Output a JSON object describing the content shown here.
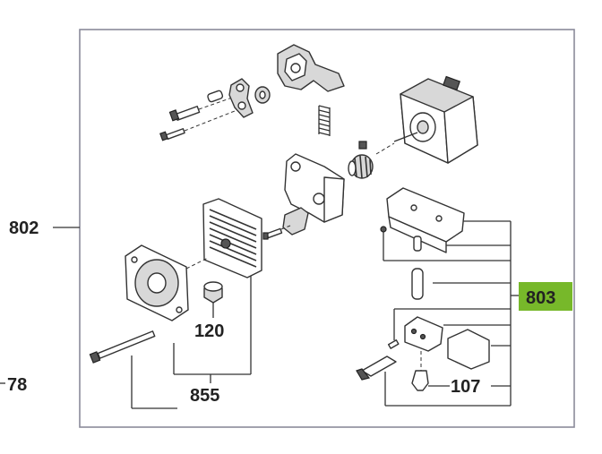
{
  "labels": {
    "p802": "802",
    "p78": "78",
    "p120": "120",
    "p855": "855",
    "p803": "803",
    "p107": "107"
  },
  "colors": {
    "highlight": "#77b82a",
    "frame": "#8a8a9a",
    "ink": "#333333"
  }
}
